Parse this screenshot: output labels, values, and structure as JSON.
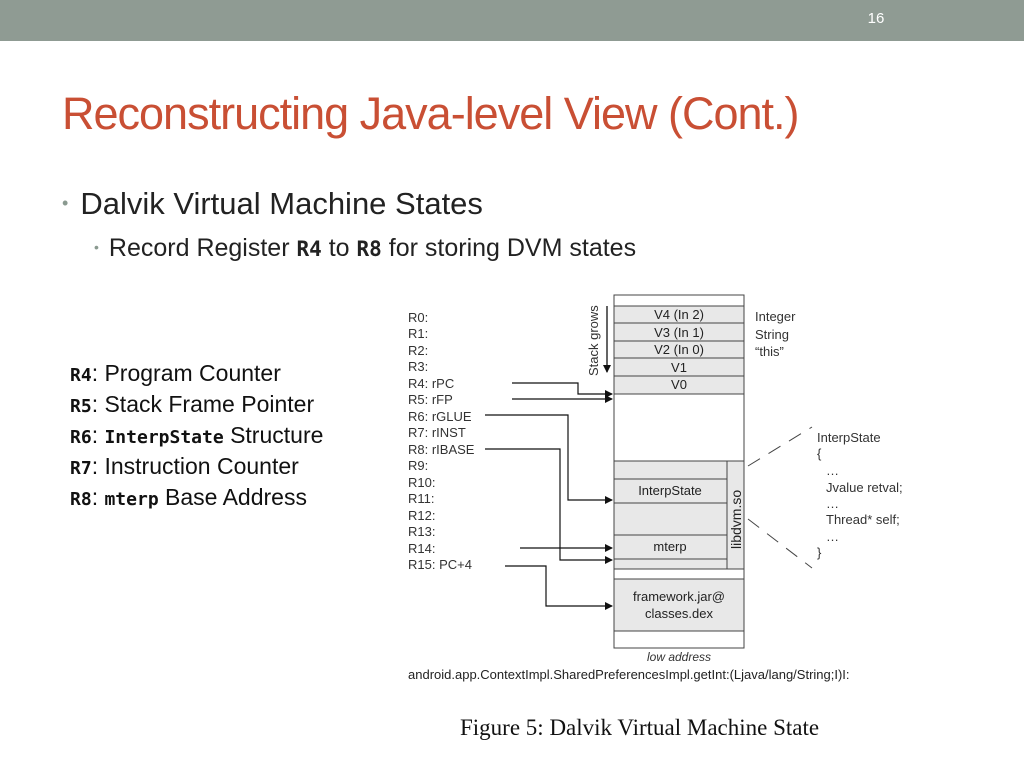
{
  "slide": {
    "number": "16",
    "title": "Reconstructing Java-level View (Cont.)"
  },
  "bullets": {
    "level1": "Dalvik Virtual Machine States",
    "level2": {
      "prefix": "Record Register ",
      "r_from": "R4",
      "middle": " to ",
      "r_to": "R8",
      "suffix": " for storing DVM states"
    }
  },
  "legend": [
    {
      "reg": "R4",
      "sep": ": ",
      "code": "",
      "text": "Program Counter"
    },
    {
      "reg": "R5",
      "sep": ": ",
      "code": "",
      "text": "Stack Frame Pointer"
    },
    {
      "reg": "R6",
      "sep": ": ",
      "code": "InterpState",
      "text": " Structure"
    },
    {
      "reg": "R7",
      "sep": ": ",
      "code": "",
      "text": "Instruction Counter"
    },
    {
      "reg": "R8",
      "sep": ": ",
      "code": "mterp",
      "text": " Base Address"
    }
  ],
  "diagram": {
    "registers": [
      "R0:",
      "R1:",
      "R2:",
      "R3:",
      "R4: rPC",
      "R5: rFP",
      "R6: rGLUE",
      "R7: rINST",
      "R8: rIBASE",
      "R9:",
      "R10:",
      "R11:",
      "R12:",
      "R13:",
      "R14:",
      "R15: PC+4"
    ],
    "stack_label": "Stack grows",
    "stack_cells": [
      "V4 (In 2)",
      "V3 (In 1)",
      "V2 (In 0)",
      "V1",
      "V0"
    ],
    "type_labels": [
      "Integer",
      "String",
      "“this”"
    ],
    "interp_cell": "InterpState",
    "mterp_cell": "mterp",
    "libdvm_label": "libdvm.so",
    "framework_cell": [
      "framework.jar@",
      "classes.dex"
    ],
    "low_address": "low address",
    "interpstate_struct": [
      "InterpState",
      "{",
      "…",
      "Jvalue retval;",
      "…",
      "Thread* self;",
      "…",
      "}"
    ],
    "method_signature": "android.app.ContextImpl.SharedPreferencesImpl.getInt:(Ljava/lang/String;I)I:",
    "figure_caption": "Figure 5:  Dalvik Virtual Machine State"
  }
}
